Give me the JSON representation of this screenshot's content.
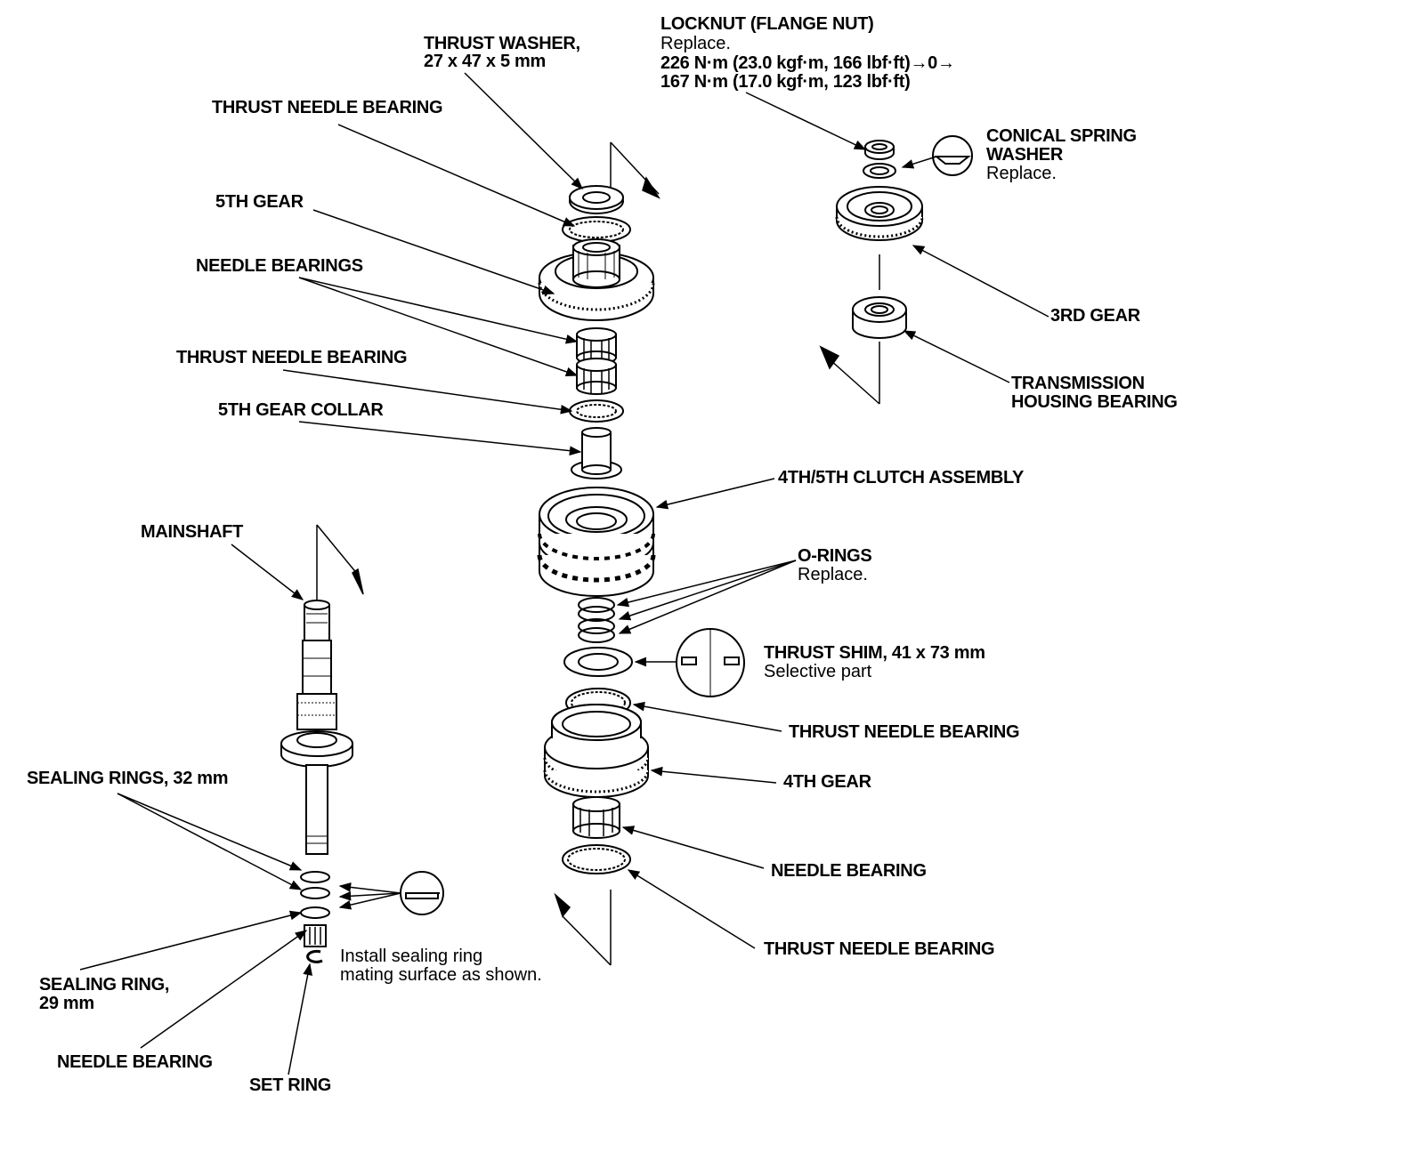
{
  "locknut": {
    "title": "LOCKNUT (FLANGE NUT)",
    "note": "Replace.",
    "torque1": "226 N·m (23.0 kgf·m, 166 lbf·ft)→0→",
    "torque2": "167 N·m (17.0 kgf·m, 123 lbf·ft)"
  },
  "thrust_washer": {
    "title": "THRUST WASHER,",
    "size": "27 x 47 x 5 mm"
  },
  "conical_spring_washer": {
    "line1": "CONICAL SPRING",
    "line2": "WASHER",
    "note": "Replace."
  },
  "labels": {
    "thrust_needle_bearing_top": "THRUST NEEDLE BEARING",
    "fifth_gear": "5TH GEAR",
    "needle_bearings": "NEEDLE BEARINGS",
    "thrust_needle_bearing_2": "THRUST NEEDLE BEARING",
    "fifth_gear_collar": "5TH GEAR COLLAR",
    "third_gear": "3RD GEAR",
    "transmission_housing_bearing_1": "TRANSMISSION",
    "transmission_housing_bearing_2": "HOUSING BEARING",
    "clutch_assembly": "4TH/5TH CLUTCH ASSEMBLY",
    "mainshaft": "MAINSHAFT",
    "thrust_needle_bearing_3": "THRUST NEEDLE BEARING",
    "fourth_gear": "4TH GEAR",
    "needle_bearing_right": "NEEDLE BEARING",
    "thrust_needle_bearing_bottom": "THRUST NEEDLE BEARING",
    "needle_bearing_left": "NEEDLE BEARING",
    "set_ring": "SET RING"
  },
  "o_rings": {
    "title": "O-RINGS",
    "note": "Replace."
  },
  "thrust_shim": {
    "title": "THRUST SHIM, 41 x 73 mm",
    "note": "Selective part"
  },
  "sealing_rings_32": "SEALING RINGS, 32 mm",
  "sealing_ring_29": {
    "line1": "SEALING RING,",
    "line2": "29 mm"
  },
  "install_note": {
    "line1": "Install sealing ring",
    "line2": "mating surface as shown."
  }
}
